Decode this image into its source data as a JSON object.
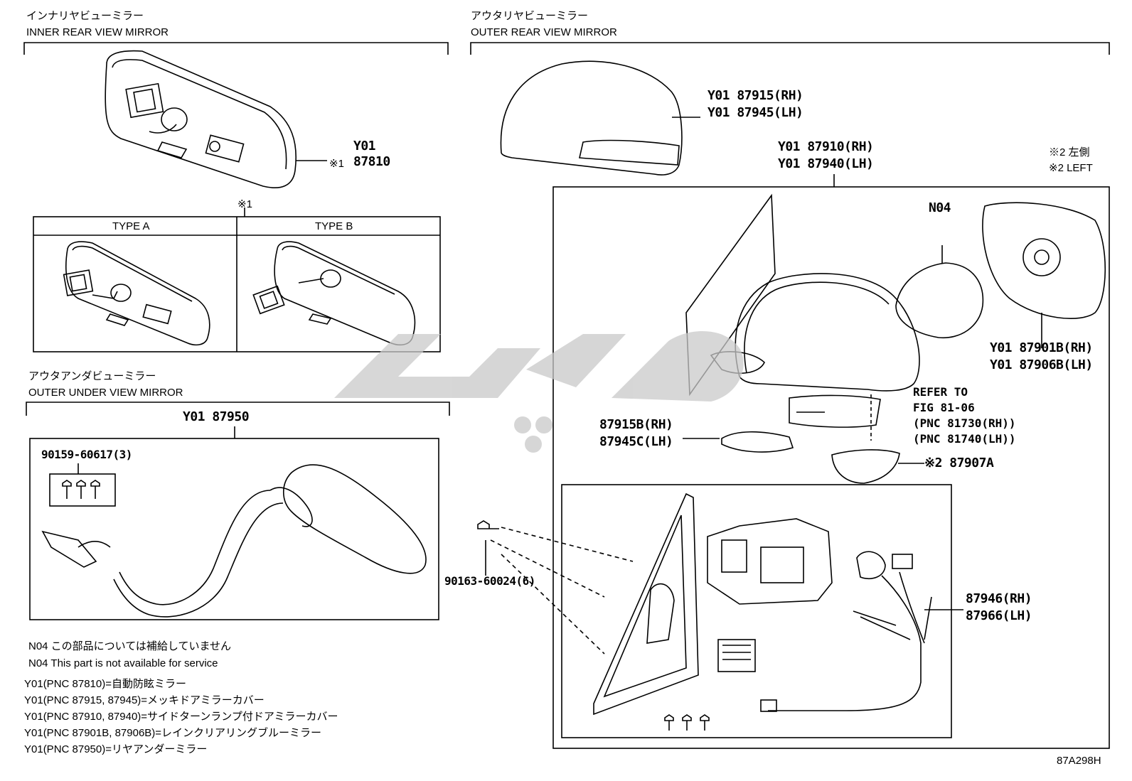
{
  "sections": {
    "inner": {
      "title_jp": "インナリヤビューミラー",
      "title_en": "INNER REAR VIEW MIRROR"
    },
    "outer": {
      "title_jp": "アウタリヤビューミラー",
      "title_en": "OUTER REAR VIEW MIRROR"
    },
    "under": {
      "title_jp": "アウタアンダビューミラー",
      "title_en": "OUTER UNDER VIEW MIRROR"
    }
  },
  "inner_parts": {
    "y01": "Y01",
    "mark": "※1",
    "pn": "87810",
    "type_mark": "※1",
    "type_a": "TYPE A",
    "type_b": "TYPE B"
  },
  "under_parts": {
    "assy": "Y01 87950",
    "screw": "90159-60617(3)"
  },
  "outer_parts": {
    "cover_rh": "Y01 87915(RH)",
    "cover_lh": "Y01 87945(LH)",
    "assy_rh": "Y01 87910(RH)",
    "assy_lh": "Y01 87940(LH)",
    "left_note_1": "※2 左側",
    "left_note_2": "※2 LEFT",
    "n04": "N04",
    "glass_rh": "Y01 87901B(RH)",
    "glass_lh": "Y01 87906B(LH)",
    "refer_1": "REFER TO",
    "refer_2": "FIG 81-06",
    "refer_3": "(PNC 81730(RH))",
    "refer_4": "(PNC 81740(LH))",
    "cover2_rh": "87915B(RH)",
    "cover2_lh": "87945C(LH)",
    "lower_cover": "※2 87907A",
    "bolt": "90163-60024(6)",
    "harness_rh": "87946(RH)",
    "harness_lh": "87966(LH)"
  },
  "notes": [
    "N04 この部品については補給していません",
    "N04 This part is not available for service",
    "Y01(PNC 87810)=自動防眩ミラー",
    "Y01(PNC 87915, 87945)=メッキドアミラーカバー",
    "Y01(PNC 87910, 87940)=サイドターンランプ付ドアミラーカバー",
    "Y01(PNC 87901B, 87906B)=レインクリアリングブルーミラー",
    "Y01(PNC 87950)=リヤアンダーミラー"
  ],
  "figure_id": "87A298H"
}
